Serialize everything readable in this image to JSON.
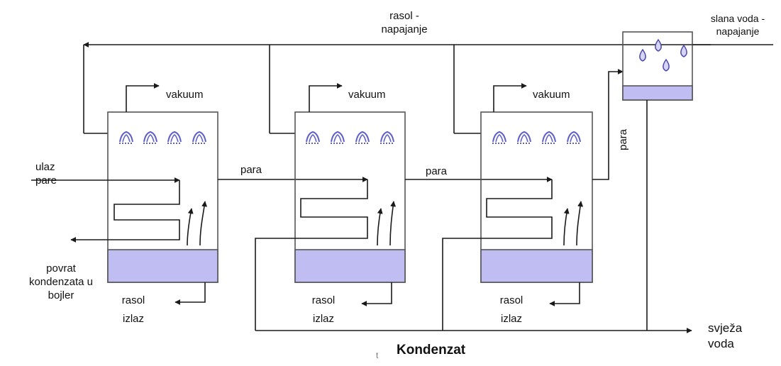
{
  "labels": {
    "brine_feed": [
      "rasol -",
      "napajanje"
    ],
    "salt_water_feed": [
      "slana voda -",
      "napajanje"
    ],
    "vacuum": "vakuum",
    "steam_inlet": [
      "ulaz",
      "pare"
    ],
    "vapor": "para",
    "condensate_return": [
      "povrat",
      "kondenzata u",
      "bojler"
    ],
    "brine_outlet": [
      "rasol",
      "izlaz"
    ],
    "fresh_water": [
      "svježa",
      "voda"
    ],
    "condensate": "Kondenzat",
    "small_mark": "t"
  },
  "colors": {
    "line": "#1a1a1a",
    "basin_fill": "#bfbdf2",
    "spray": "#5f5fc8",
    "vessel_outline": "#555555"
  }
}
